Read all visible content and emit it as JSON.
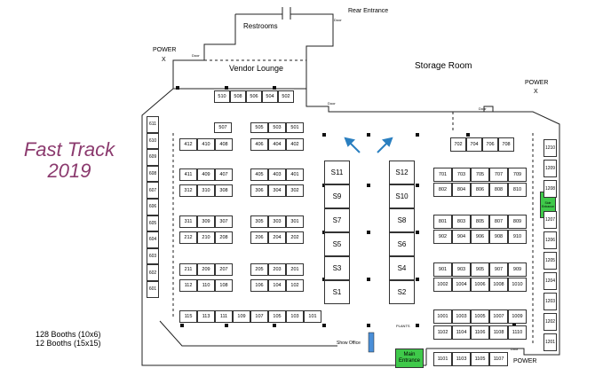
{
  "title": {
    "line1": "Fast Track",
    "line2": "2019"
  },
  "labels": {
    "rear_entrance": "Rear Entrance",
    "restrooms": "Restrooms",
    "vendor_lounge": "Vendor Lounge",
    "storage_room": "Storage Room",
    "power": "POWER",
    "x": "X",
    "door": "Door",
    "show_office": "Show Office",
    "plants": "PLANTS",
    "main_entrance": "Main Entrance",
    "side_entrance": "Side Entrance"
  },
  "counts": {
    "line1": "128 Booths  (10x6)",
    "line2": "12 Booths  (15x15)"
  },
  "colors": {
    "title": "#8b3a6e",
    "entrance": "#3fc94a",
    "arrow": "#2a7fc0"
  },
  "booths": {
    "top_row": [
      "510",
      "508",
      "506",
      "504",
      "502"
    ],
    "b_507": "507",
    "r1": [
      "505",
      "503",
      "501"
    ],
    "r2a": [
      "412",
      "410",
      "408"
    ],
    "r2b": [
      "406",
      "404",
      "402"
    ],
    "r3a": [
      "411",
      "409",
      "407"
    ],
    "r3b": [
      "405",
      "403",
      "401"
    ],
    "r4a": [
      "312",
      "310",
      "308"
    ],
    "r4b": [
      "306",
      "304",
      "302"
    ],
    "r5a": [
      "311",
      "309",
      "307"
    ],
    "r5b": [
      "305",
      "303",
      "301"
    ],
    "r6a": [
      "212",
      "210",
      "208"
    ],
    "r6b": [
      "206",
      "204",
      "202"
    ],
    "r7a": [
      "211",
      "209",
      "207"
    ],
    "r7b": [
      "205",
      "203",
      "201"
    ],
    "r8a": [
      "112",
      "110",
      "108"
    ],
    "r8b": [
      "106",
      "104",
      "102"
    ],
    "bottom_row": [
      "115",
      "113",
      "111",
      "109",
      "107",
      "105",
      "103",
      "101"
    ],
    "left_col": [
      "611",
      "610",
      "609",
      "608",
      "607",
      "606",
      "605",
      "604",
      "603",
      "602",
      "601"
    ],
    "s_left": [
      "S11",
      "S9",
      "S7",
      "S5",
      "S3",
      "S1"
    ],
    "s_right": [
      "S12",
      "S10",
      "S8",
      "S6",
      "S4",
      "S2"
    ],
    "e1": [
      "702",
      "704",
      "706",
      "708"
    ],
    "e2": [
      "701",
      "703",
      "705",
      "707",
      "709"
    ],
    "e3": [
      "802",
      "804",
      "806",
      "808",
      "810"
    ],
    "e4": [
      "801",
      "803",
      "805",
      "807",
      "809"
    ],
    "e5": [
      "902",
      "904",
      "906",
      "908",
      "910"
    ],
    "e6": [
      "901",
      "903",
      "905",
      "907",
      "909"
    ],
    "e7": [
      "1002",
      "1004",
      "1006",
      "1008",
      "1010"
    ],
    "e8": [
      "1001",
      "1003",
      "1005",
      "1007",
      "1009"
    ],
    "e9": [
      "1102",
      "1104",
      "1106",
      "1108",
      "1110"
    ],
    "e10": [
      "1101",
      "1103",
      "1105",
      "1107"
    ],
    "right_col": [
      "1210",
      "1209",
      "1208",
      "1207",
      "1206",
      "1205",
      "1204",
      "1203",
      "1202",
      "1201"
    ]
  }
}
